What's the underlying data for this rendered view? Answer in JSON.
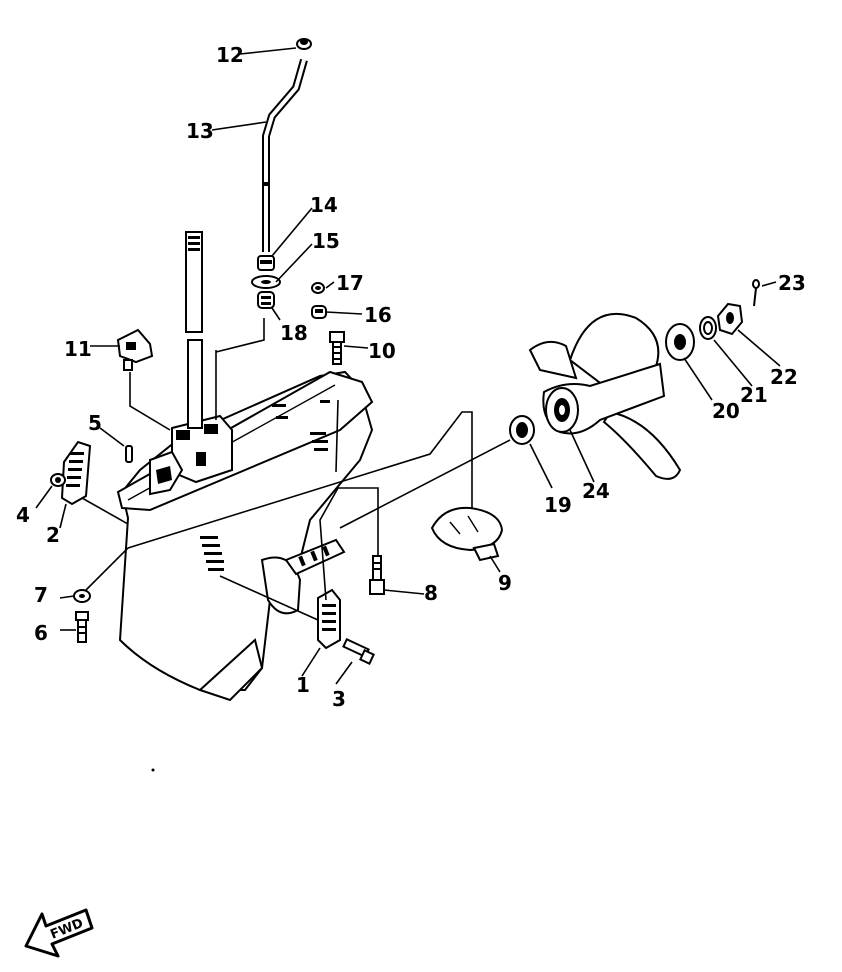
{
  "diagram": {
    "callouts": [
      "1",
      "2",
      "3",
      "4",
      "5",
      "6",
      "7",
      "8",
      "9",
      "10",
      "11",
      "12",
      "13",
      "14",
      "15",
      "16",
      "17",
      "18",
      "19",
      "20",
      "21",
      "22",
      "23",
      "24"
    ],
    "direction_label": "FWD",
    "colors": {
      "ink": "#000000",
      "paper": "#ffffff"
    }
  }
}
